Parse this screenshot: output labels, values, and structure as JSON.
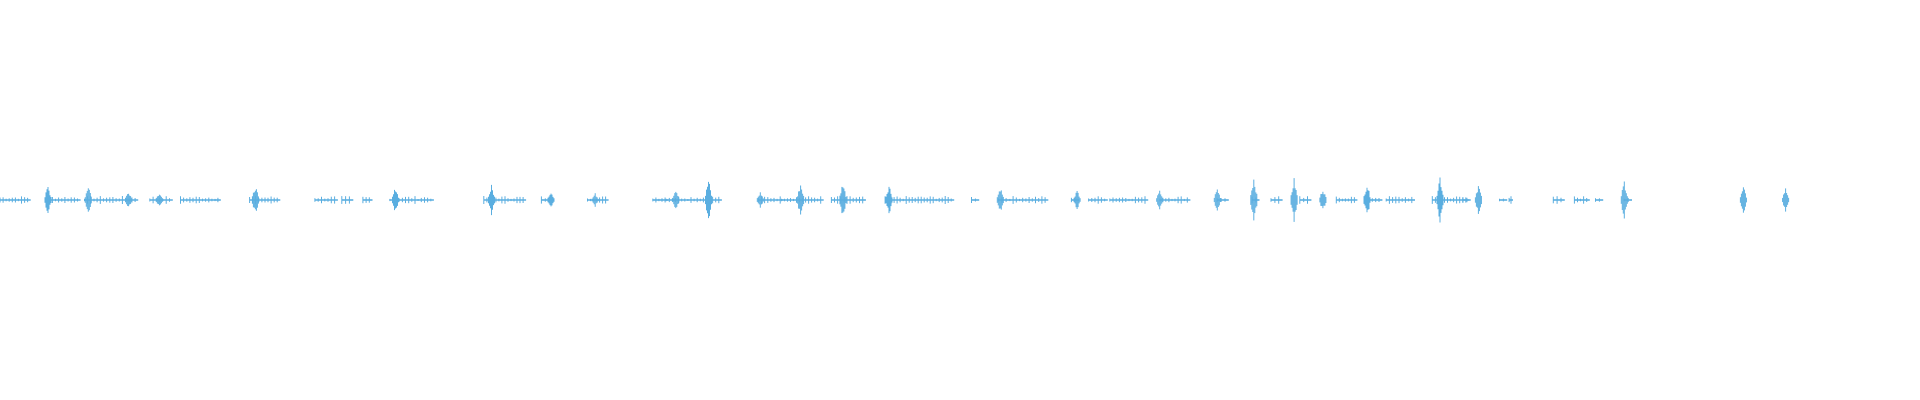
{
  "waveform": {
    "color": "#5aaee0",
    "duration_fraction_visible": 1.0,
    "amplitude_range": [
      -1,
      1
    ],
    "segments": [
      [
        0.0,
        0.016
      ],
      [
        0.024,
        0.042
      ],
      [
        0.044,
        0.072
      ],
      [
        0.078,
        0.09
      ],
      [
        0.094,
        0.112
      ],
      [
        0.112,
        0.115
      ],
      [
        0.13,
        0.146
      ],
      [
        0.164,
        0.176
      ],
      [
        0.178,
        0.184
      ],
      [
        0.189,
        0.194
      ],
      [
        0.203,
        0.226
      ],
      [
        0.252,
        0.274
      ],
      [
        0.282,
        0.288
      ],
      [
        0.306,
        0.317
      ],
      [
        0.34,
        0.348
      ],
      [
        0.347,
        0.376
      ],
      [
        0.395,
        0.408
      ],
      [
        0.407,
        0.429
      ],
      [
        0.433,
        0.446
      ],
      [
        0.446,
        0.451
      ],
      [
        0.461,
        0.497
      ],
      [
        0.506,
        0.51
      ],
      [
        0.52,
        0.526
      ],
      [
        0.526,
        0.546
      ],
      [
        0.558,
        0.562
      ],
      [
        0.567,
        0.577
      ],
      [
        0.578,
        0.598
      ],
      [
        0.604,
        0.62
      ],
      [
        0.634,
        0.64
      ],
      [
        0.652,
        0.656
      ],
      [
        0.662,
        0.668
      ],
      [
        0.677,
        0.683
      ],
      [
        0.696,
        0.707
      ],
      [
        0.713,
        0.72
      ],
      [
        0.722,
        0.732
      ],
      [
        0.732,
        0.737
      ],
      [
        0.746,
        0.765
      ],
      [
        0.762,
        0.766
      ],
      [
        0.781,
        0.785
      ],
      [
        0.786,
        0.788
      ],
      [
        0.809,
        0.815
      ],
      [
        0.82,
        0.828
      ],
      [
        0.831,
        0.835
      ],
      [
        0.846,
        0.85
      ]
    ],
    "peaks": [
      {
        "t": 0.025,
        "a": 0.22
      },
      {
        "t": 0.046,
        "a": 0.24
      },
      {
        "t": 0.067,
        "a": 0.14
      },
      {
        "t": 0.083,
        "a": 0.12
      },
      {
        "t": 0.133,
        "a": 0.22
      },
      {
        "t": 0.206,
        "a": 0.2
      },
      {
        "t": 0.256,
        "a": 0.22
      },
      {
        "t": 0.287,
        "a": 0.14
      },
      {
        "t": 0.31,
        "a": 0.1
      },
      {
        "t": 0.352,
        "a": 0.18
      },
      {
        "t": 0.369,
        "a": 0.32
      },
      {
        "t": 0.396,
        "a": 0.12
      },
      {
        "t": 0.417,
        "a": 0.26
      },
      {
        "t": 0.439,
        "a": 0.28
      },
      {
        "t": 0.463,
        "a": 0.24
      },
      {
        "t": 0.521,
        "a": 0.2
      },
      {
        "t": 0.561,
        "a": 0.14
      },
      {
        "t": 0.604,
        "a": 0.14
      },
      {
        "t": 0.634,
        "a": 0.18
      },
      {
        "t": 0.653,
        "a": 0.36
      },
      {
        "t": 0.674,
        "a": 0.32
      },
      {
        "t": 0.689,
        "a": 0.18
      },
      {
        "t": 0.712,
        "a": 0.26
      },
      {
        "t": 0.75,
        "a": 0.38
      },
      {
        "t": 0.77,
        "a": 0.24
      },
      {
        "t": 0.846,
        "a": 0.3
      },
      {
        "t": 0.908,
        "a": 0.2
      },
      {
        "t": 0.93,
        "a": 0.18
      }
    ]
  }
}
